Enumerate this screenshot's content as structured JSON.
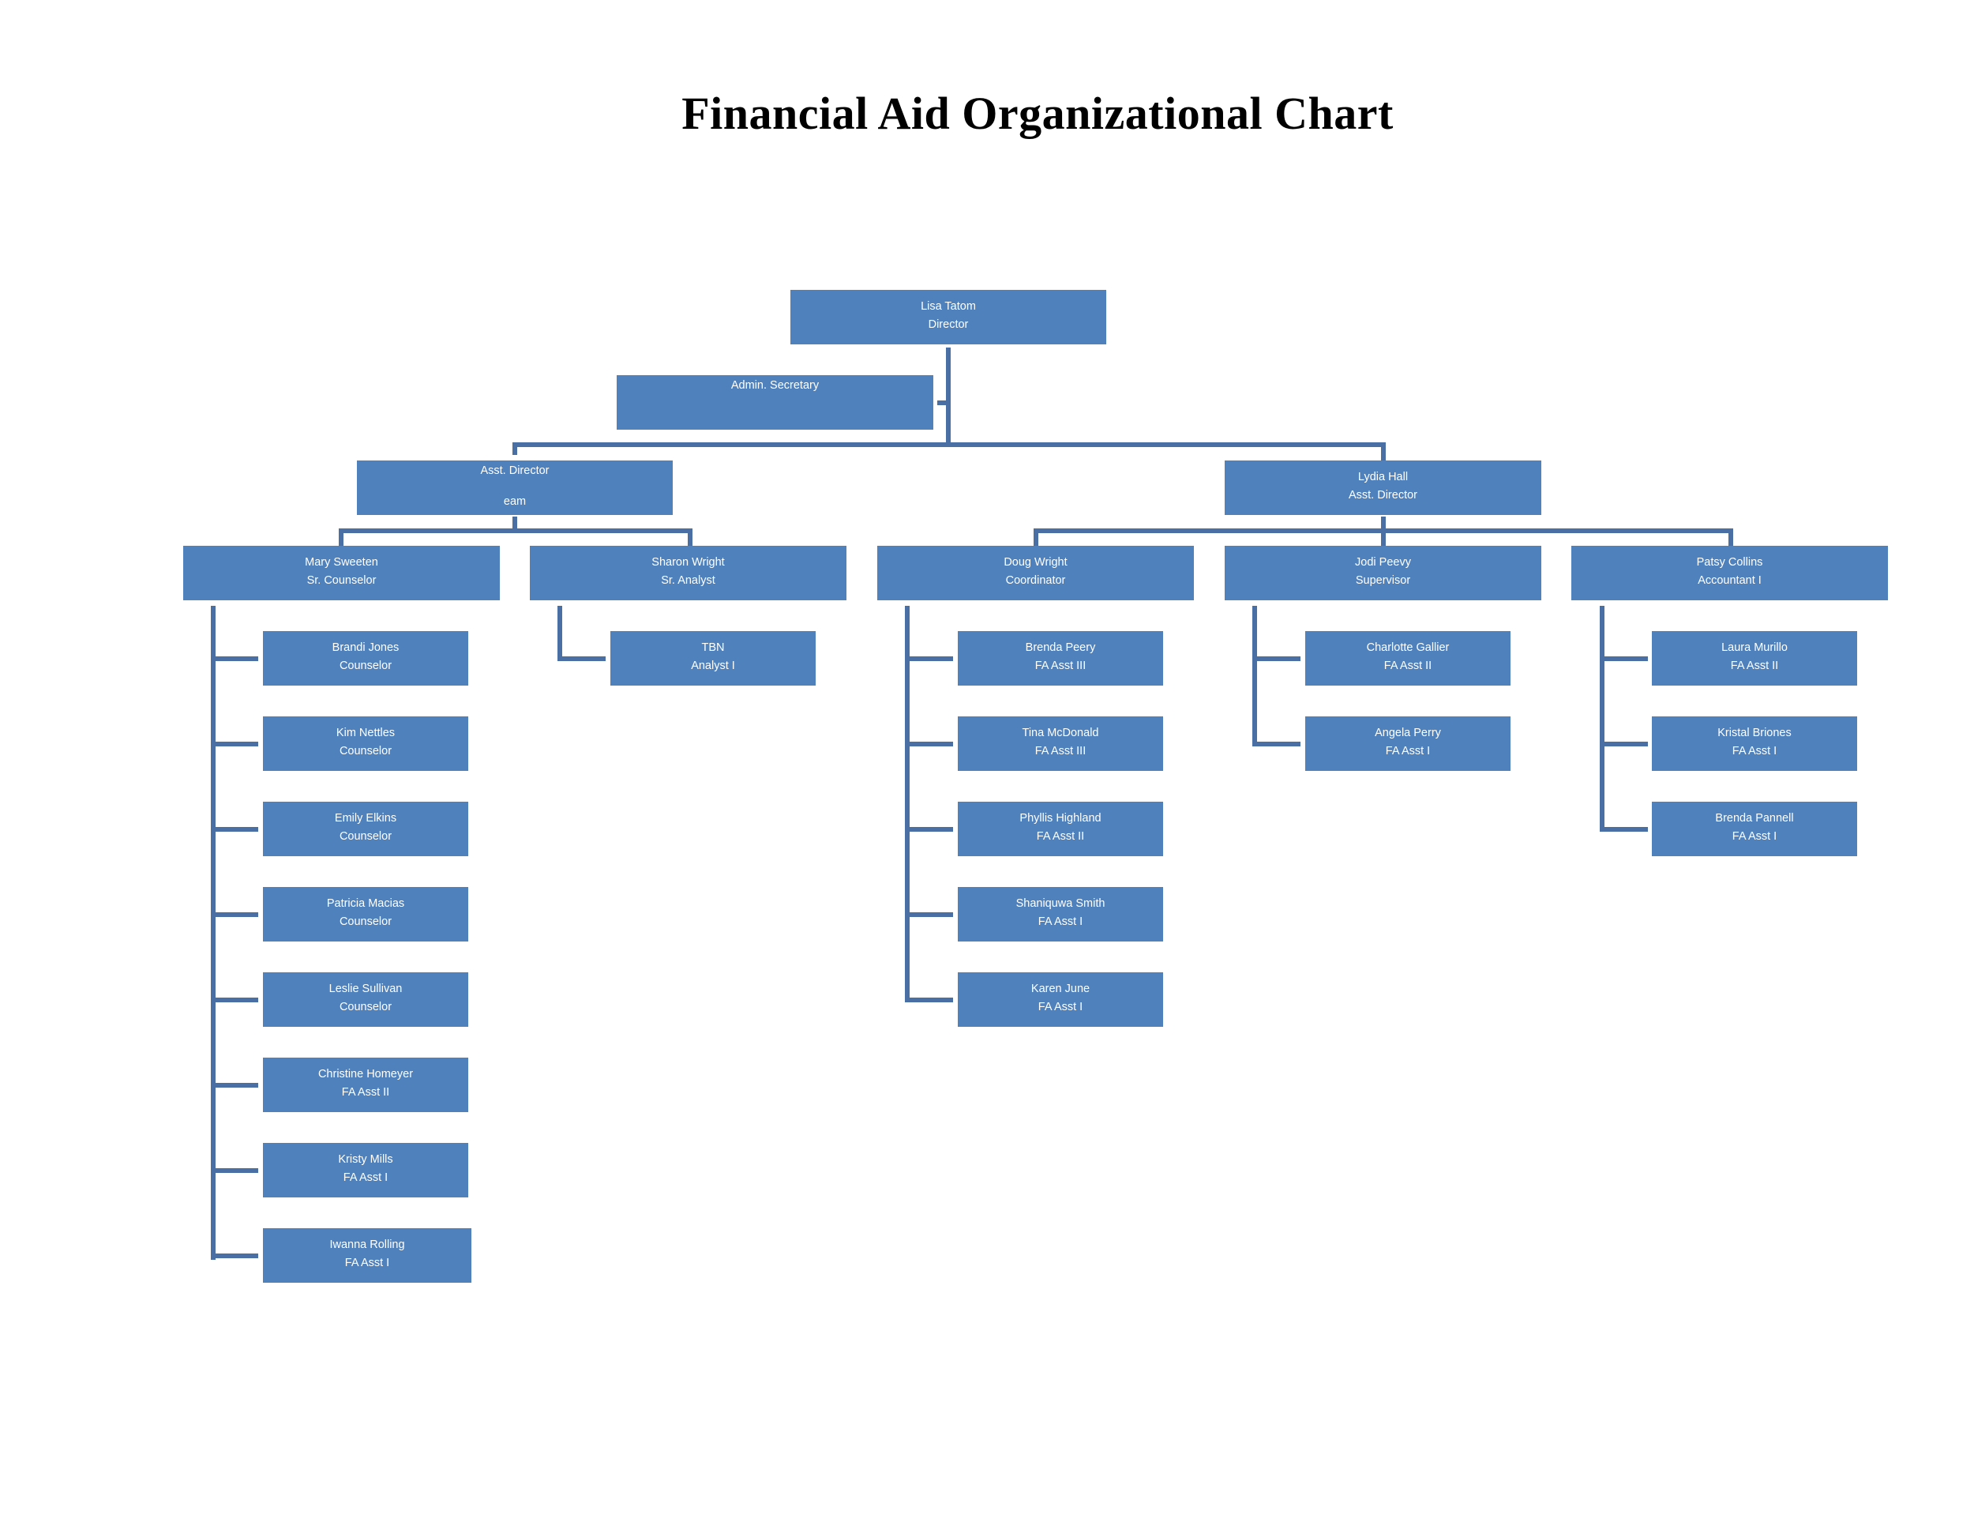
{
  "title": "Financial Aid Organizational Chart",
  "colors": {
    "node_fill": "#4f81bd",
    "connector": "#4a6fa5",
    "node_text": "#ffffff"
  },
  "director": {
    "name": "Lisa Tatom",
    "role": "Director"
  },
  "secretary": {
    "name_clipped": "",
    "role": "Admin. Secretary"
  },
  "asst_director_left": {
    "role": "Asst. Director",
    "name_partial": "eam"
  },
  "asst_director_right": {
    "name": "Lydia Hall",
    "role": "Asst. Director"
  },
  "managers": [
    {
      "name": "Mary Sweeten",
      "role": "Sr. Counselor"
    },
    {
      "name": "Sharon Wright",
      "role": "Sr. Analyst"
    },
    {
      "name": "Doug Wright",
      "role": "Coordinator"
    },
    {
      "name": "Jodi Peevy",
      "role": "Supervisor"
    },
    {
      "name": "Patsy Collins",
      "role": "Accountant I"
    }
  ],
  "staff": {
    "mary_sweeten": [
      {
        "name": "Brandi Jones",
        "role": "Counselor"
      },
      {
        "name": "Kim Nettles",
        "role": "Counselor"
      },
      {
        "name": "Emily Elkins",
        "role": "Counselor"
      },
      {
        "name": "Patricia Macias",
        "role": "Counselor"
      },
      {
        "name": "Leslie Sullivan",
        "role": "Counselor"
      },
      {
        "name": "Christine Homeyer",
        "role": "FA Asst II"
      },
      {
        "name": "Kristy Mills",
        "role": "FA Asst I"
      },
      {
        "name": "Iwanna Rolling",
        "role": "FA Asst I"
      }
    ],
    "sharon_wright": [
      {
        "name": "TBN",
        "role": "Analyst I"
      }
    ],
    "doug_wright": [
      {
        "name": "Brenda Peery",
        "role": "FA Asst III"
      },
      {
        "name": "Tina McDonald",
        "role": "FA Asst III"
      },
      {
        "name": "Phyllis Highland",
        "role": "FA Asst II"
      },
      {
        "name": "Shaniquwa Smith",
        "role": "FA Asst I"
      },
      {
        "name": "Karen June",
        "role": "FA Asst I"
      }
    ],
    "jodi_peevy": [
      {
        "name": "Charlotte Gallier",
        "role": "FA Asst II"
      },
      {
        "name": "Angela Perry",
        "role": "FA Asst I"
      }
    ],
    "patsy_collins": [
      {
        "name": "Laura Murillo",
        "role": "FA Asst II"
      },
      {
        "name": "Kristal Briones",
        "role": "FA Asst I"
      },
      {
        "name": "Brenda Pannell",
        "role": "FA Asst I"
      }
    ]
  }
}
